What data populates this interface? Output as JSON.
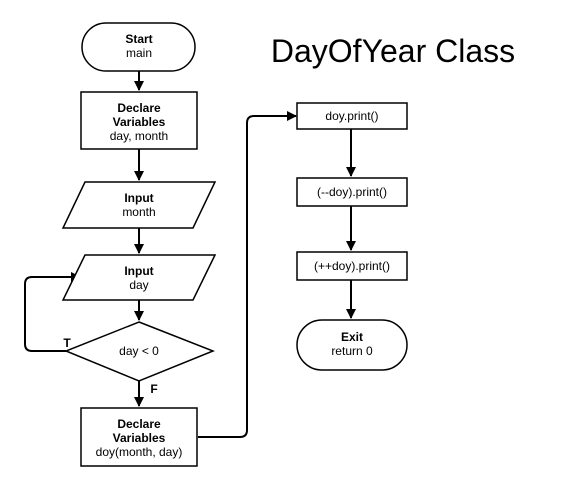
{
  "title": "DayOfYear Class",
  "nodes": {
    "start": {
      "line1": "Start",
      "line2": "main"
    },
    "declare1": {
      "line1": "Declare",
      "line2": "Variables",
      "line3": "day, month"
    },
    "input1": {
      "line1": "Input",
      "line2": "month"
    },
    "input2": {
      "line1": "Input",
      "line2": "day"
    },
    "decision": {
      "text": "day < 0"
    },
    "declare2": {
      "line1": "Declare",
      "line2": "Variables",
      "line3": "doy(month, day)"
    },
    "print1": {
      "text": "doy.print()"
    },
    "print2": {
      "text": "(--doy).print()"
    },
    "print3": {
      "text": "(++doy).print()"
    },
    "exit": {
      "line1": "Exit",
      "line2": "return 0"
    }
  },
  "edge_labels": {
    "true": "T",
    "false": "F"
  },
  "colors": {
    "stroke": "#000000",
    "fill": "#ffffff",
    "text": "#000000"
  }
}
